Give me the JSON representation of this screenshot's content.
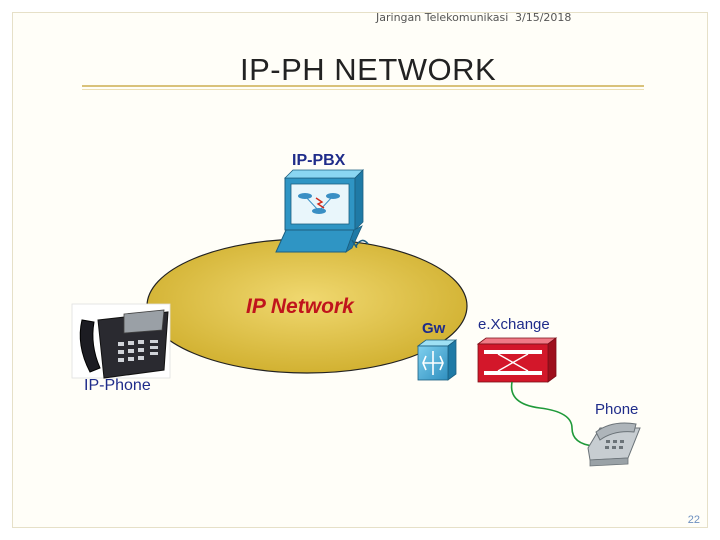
{
  "header": {
    "subject": "Jaringan Telekomunikasi",
    "date": "3/15/2018"
  },
  "slide": {
    "title": "IP-PH NETWORK",
    "page_number": "22"
  },
  "diagram": {
    "cloud_label": "IP Network",
    "nodes": {
      "ippbx": "IP-PBX",
      "ipphone": "IP-Phone",
      "gateway": "Gw",
      "exchange": "e.Xchange",
      "phone": "Phone"
    }
  },
  "colors": {
    "cloud_fill": "#e2c84a",
    "label_blue": "#1f2c8a",
    "cloud_label_red": "#c0141c",
    "exchange_red": "#d3172a",
    "link_green": "#1f9a3a"
  }
}
